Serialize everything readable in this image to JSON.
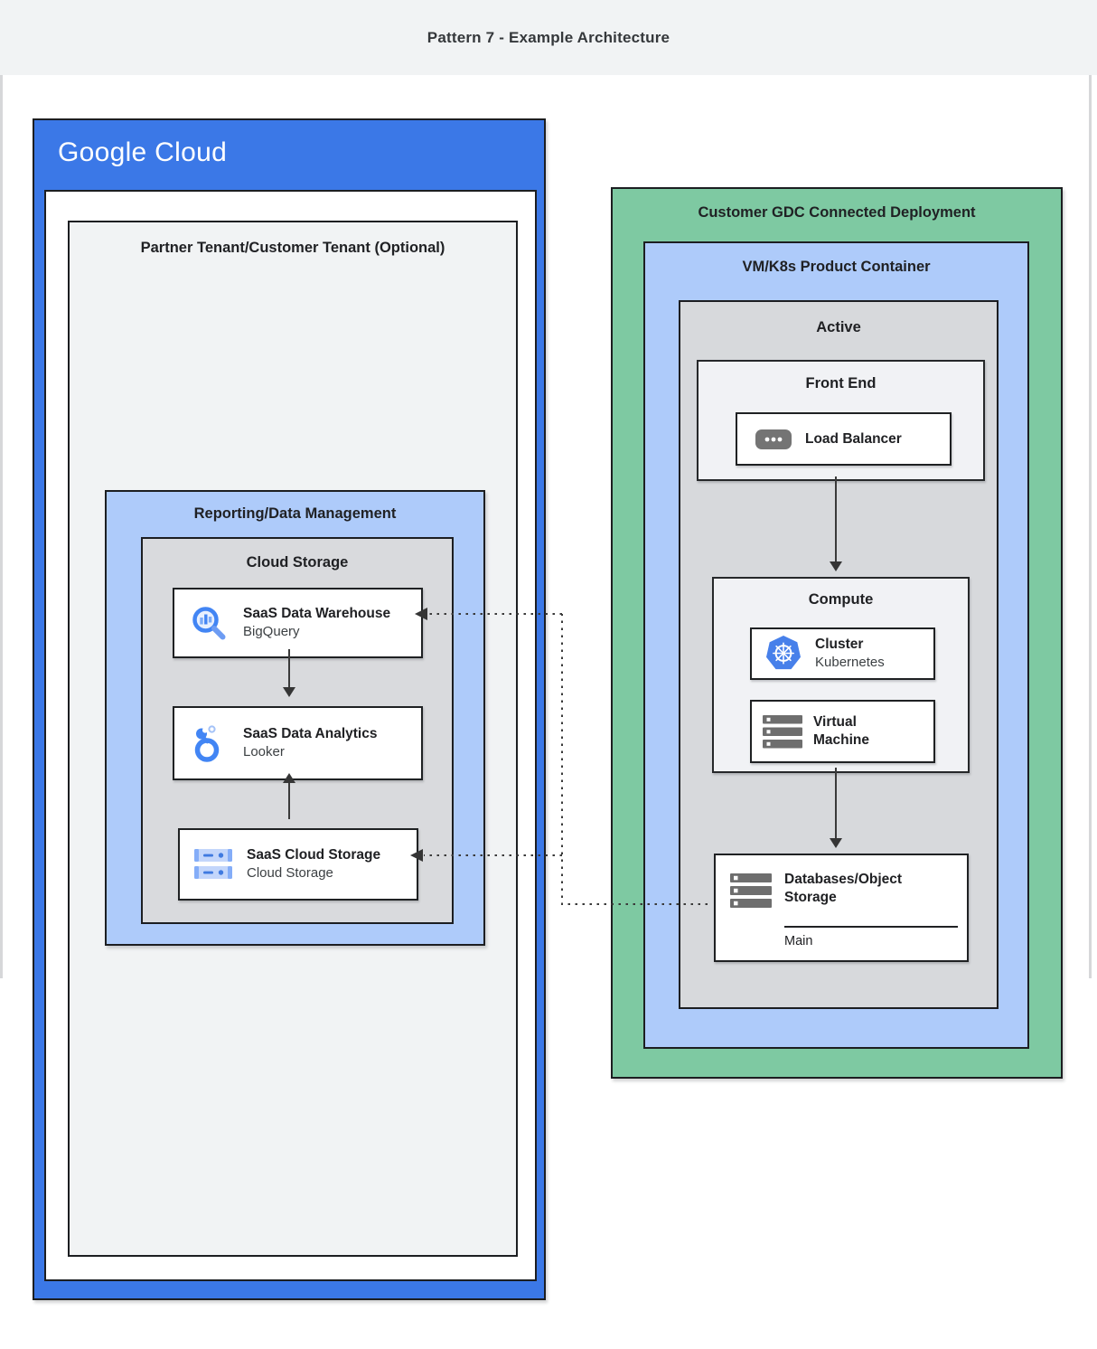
{
  "header": {
    "title": "Pattern 7 - Example Architecture"
  },
  "google_cloud": {
    "logo_text": "Google Cloud",
    "partner_tenant_title": "Partner Tenant/Customer Tenant (Optional)",
    "reporting_title": "Reporting/Data Management",
    "cloud_storage_title": "Cloud Storage",
    "warehouse": {
      "title": "SaaS Data Warehouse",
      "subtitle": "BigQuery",
      "icon": "bigquery-icon"
    },
    "analytics": {
      "title": "SaaS Data Analytics",
      "subtitle": "Looker",
      "icon": "looker-icon"
    },
    "storage": {
      "title": "SaaS Cloud Storage",
      "subtitle": "Cloud Storage",
      "icon": "cloud-storage-icon"
    }
  },
  "gdc": {
    "title": "Customer GDC Connected Deployment",
    "product_container_title": "VM/K8s Product Container",
    "active_title": "Active",
    "front_end_title": "Front End",
    "load_balancer_label": "Load Balancer",
    "compute_title": "Compute",
    "cluster": {
      "title": "Cluster",
      "subtitle": "Kubernetes",
      "icon": "kubernetes-icon"
    },
    "virtual_machine": {
      "title": "Virtual Machine",
      "icon": "virtual-machine-icon"
    },
    "databases": {
      "title": "Databases/Object Storage",
      "sublabel": "Main",
      "icon": "storage-server-icon"
    }
  },
  "connections": [
    {
      "from": "SaaS Data Warehouse",
      "to": "SaaS Data Analytics",
      "style": "solid-arrow"
    },
    {
      "from": "SaaS Cloud Storage",
      "to": "SaaS Data Analytics",
      "style": "solid-arrow"
    },
    {
      "from": "Front End",
      "to": "Compute",
      "style": "solid-arrow"
    },
    {
      "from": "Compute",
      "to": "Databases/Object Storage",
      "style": "solid-arrow"
    },
    {
      "from": "Databases/Object Storage",
      "to": "SaaS Data Warehouse",
      "style": "dotted-arrow"
    },
    {
      "from": "Databases/Object Storage",
      "to": "SaaS Cloud Storage",
      "style": "dotted-arrow"
    }
  ],
  "colors": {
    "google_blue": "#3b78e7",
    "light_blue_panel": "#aecbfa",
    "green_panel": "#7ec9a2",
    "gray_panel": "#d9dadd",
    "light_gray_panel": "#f1f3f4",
    "inner_panel_bg": "#f1f2f5",
    "header_bg": "#f1f3f4",
    "card_bg": "#ffffff",
    "border_dark": "#1c1e21",
    "connector": "#3a3a3a",
    "icon_blue": "#4285f4",
    "icon_light_blue": "#7baaf7",
    "icon_gray": "#747474"
  }
}
